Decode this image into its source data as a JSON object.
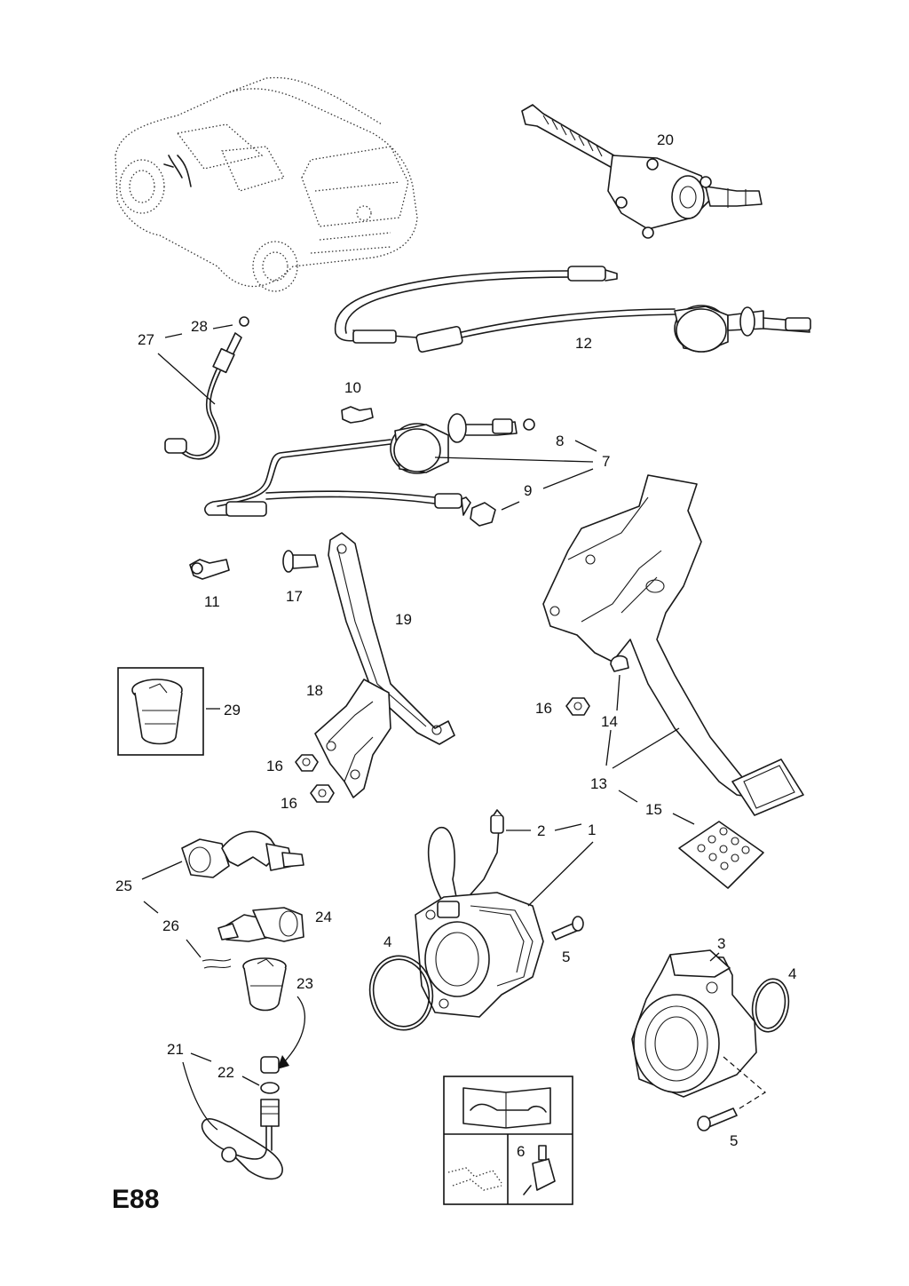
{
  "diagram_code": "E88",
  "callouts": {
    "c1": "1",
    "c2": "2",
    "c3": "3",
    "c4a": "4",
    "c4b": "4",
    "c5a": "5",
    "c5b": "5",
    "c6": "6",
    "c7": "7",
    "c8": "8",
    "c9": "9",
    "c10": "10",
    "c11": "11",
    "c12": "12",
    "c13": "13",
    "c14": "14",
    "c15": "15",
    "c16a": "16",
    "c16b": "16",
    "c16c": "16",
    "c17": "17",
    "c18": "18",
    "c19": "19",
    "c20": "20",
    "c21": "21",
    "c22": "22",
    "c23": "23",
    "c24": "24",
    "c25": "25",
    "c26": "26",
    "c27": "27",
    "c28": "28",
    "c29": "29"
  }
}
